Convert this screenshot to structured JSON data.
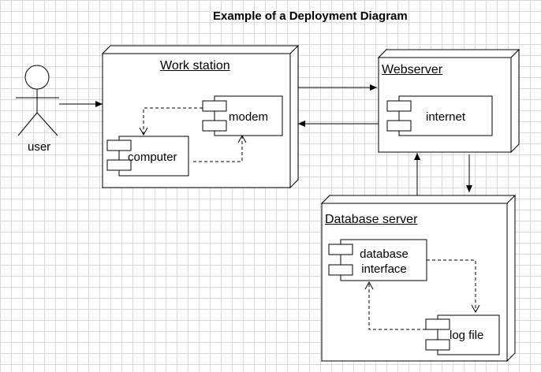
{
  "diagram": {
    "title": "Example of a Deployment Diagram",
    "actor": {
      "label": "user"
    },
    "nodes": {
      "workstation": {
        "label": "Work station",
        "components": {
          "modem": "modem",
          "computer": "computer"
        }
      },
      "webserver": {
        "label": "Webserver",
        "components": {
          "internet": "internet"
        }
      },
      "database": {
        "label": "Database server",
        "components": {
          "db_interface_line1": "database",
          "db_interface_line2": "interface",
          "logfile": "log file"
        }
      }
    },
    "colors": {
      "line": "#000000",
      "node_fill": "#ffffff",
      "grid": "#d9d9d9"
    }
  }
}
